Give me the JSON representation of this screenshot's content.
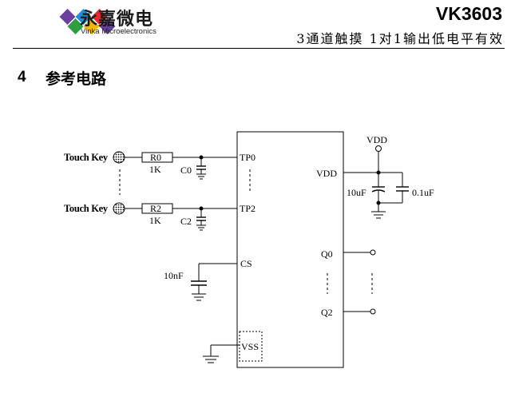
{
  "header": {
    "brand_cn": "永嘉微电",
    "brand_en": "Vinka Microelectronics",
    "model": "VK3603",
    "subtitle": "3通道触摸 1对1输出低电平有效",
    "logo_colors": [
      "#6b3fa0",
      "#1e90d6",
      "#e8262d",
      "#2e9e3e",
      "#f5b800"
    ]
  },
  "section": {
    "number": "4",
    "title": "参考电路"
  },
  "circuit": {
    "touch_key_1": "Touch Key",
    "touch_key_2": "Touch Key",
    "r0": "R0",
    "r0_value": "1K",
    "r2": "R2",
    "r2_value": "1K",
    "c0": "C0",
    "c2": "C2",
    "cs_cap": "10nF",
    "vdd_top": "VDD",
    "vdd_cap_1": "10uF",
    "vdd_cap_2": "0.1uF",
    "pin_tp0": "TP0",
    "pin_tp2": "TP2",
    "pin_cs": "CS",
    "pin_vss": "VSS",
    "pin_vdd": "VDD",
    "pin_q0": "Q0",
    "pin_q2": "Q2"
  }
}
